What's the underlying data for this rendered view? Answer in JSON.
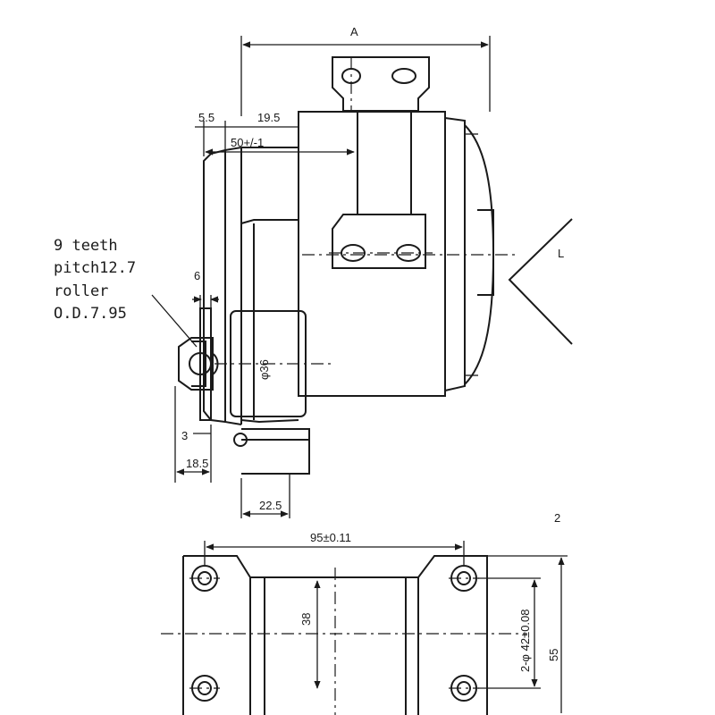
{
  "side_view": {
    "dim_overall": "A",
    "dim_flange": "5.5",
    "dim_offset": "19.5",
    "dim_shaft": "50+/-1",
    "dim_sprocket_thickness": "6",
    "dim_sprocket_gap": "3",
    "dim_sprocket_offset": "18.5",
    "dim_base_offset": "22.5",
    "dim_pilot_diameter": "φ36",
    "label_view": "L",
    "label_scale_fragment": "2"
  },
  "sprocket_note": {
    "line1": "9 teeth",
    "line2": "pitch12.7",
    "line3": "roller",
    "line4": "O.D.7.95"
  },
  "base_view": {
    "dim_hole_spacing_x": "95±0.11",
    "dim_inner_width": "38",
    "dim_holes": "2-φ 42±0.08",
    "dim_height": "55"
  }
}
